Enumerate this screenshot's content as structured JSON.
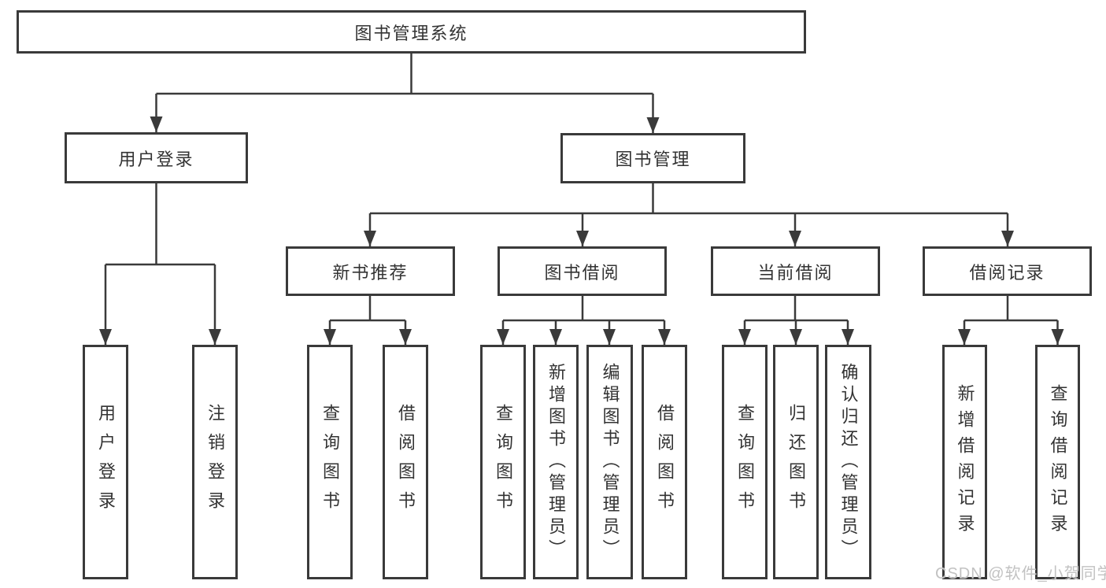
{
  "diagram_type": "tree",
  "tree": {
    "label": "图书管理系统",
    "children": [
      {
        "label": "用户登录",
        "children": [
          {
            "label": "用户登录"
          },
          {
            "label": "注销登录"
          }
        ]
      },
      {
        "label": "图书管理",
        "children": [
          {
            "label": "新书推荐",
            "children": [
              {
                "label": "查询图书"
              },
              {
                "label": "借阅图书"
              }
            ]
          },
          {
            "label": "图书借阅",
            "children": [
              {
                "label": "查询图书"
              },
              {
                "label": "新增图书（管理员）"
              },
              {
                "label": "编辑图书（管理员）"
              },
              {
                "label": "借阅图书"
              }
            ]
          },
          {
            "label": "当前借阅",
            "children": [
              {
                "label": "查询图书"
              },
              {
                "label": "归还图书"
              },
              {
                "label": "确认归还（管理员）"
              }
            ]
          },
          {
            "label": "借阅记录",
            "children": [
              {
                "label": "新增借阅记录"
              },
              {
                "label": "查询借阅记录"
              }
            ]
          }
        ]
      }
    ]
  },
  "watermark": {
    "text": "CSDN @软件_小贺同学"
  },
  "colors": {
    "line": "#3a3a3a",
    "text": "#333333",
    "background": "#ffffff",
    "watermark": "#c2c2c2"
  }
}
